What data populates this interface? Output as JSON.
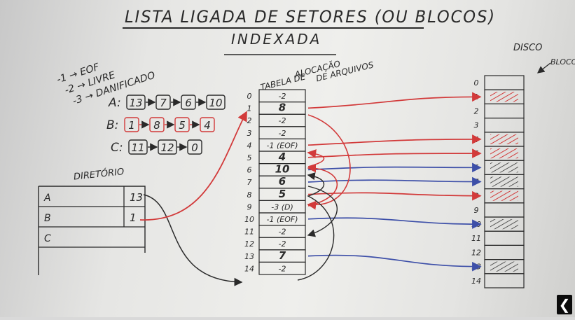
{
  "title_line1": "LISTA LIGADA DE SETORES (OU BLOCOS)",
  "title_line2": "INDEXADA",
  "legend": [
    {
      "code": "-1",
      "meaning": "EOF"
    },
    {
      "code": "-2",
      "meaning": "LIVRE"
    },
    {
      "code": "-3",
      "meaning": "DANIFICADO"
    }
  ],
  "chains": [
    {
      "file": "A:",
      "blocks": [
        "13",
        "7",
        "6",
        "10"
      ],
      "color": "#2a2a2a"
    },
    {
      "file": "B:",
      "blocks": [
        "1",
        "8",
        "5",
        "4"
      ],
      "color": "#d23a3a"
    },
    {
      "file": "C:",
      "blocks": [
        "11",
        "12",
        "0"
      ],
      "color": "#2a2a2a"
    }
  ],
  "directory": {
    "label": "DIRETÓRIO",
    "rows": [
      {
        "name": "A",
        "value": "13",
        "color": "#2a2a2a"
      },
      {
        "name": "B",
        "value": "1",
        "color": "#d23a3a"
      },
      {
        "name": "C",
        "value": "",
        "color": "#2a2a2a"
      }
    ]
  },
  "fat": {
    "label_line1": "TABELA DE",
    "label_line2": "ALOCAÇÃO",
    "label_line3": "DE ARQUIVOS",
    "entries": [
      {
        "index": "0",
        "value": "-2",
        "color": "#2a2a2a"
      },
      {
        "index": "1",
        "value": "8",
        "color": "#d23a3a"
      },
      {
        "index": "2",
        "value": "-2",
        "color": "#2a2a2a"
      },
      {
        "index": "3",
        "value": "-2",
        "color": "#2a2a2a"
      },
      {
        "index": "4",
        "value": "-1 (EOF)",
        "color": "#d23a3a"
      },
      {
        "index": "5",
        "value": "4",
        "color": "#d23a3a"
      },
      {
        "index": "6",
        "value": "10",
        "color": "#3d4fa8"
      },
      {
        "index": "7",
        "value": "6",
        "color": "#3d4fa8"
      },
      {
        "index": "8",
        "value": "5",
        "color": "#d23a3a"
      },
      {
        "index": "9",
        "value": "-3 (D)",
        "color": "#2a2a2a"
      },
      {
        "index": "10",
        "value": "-1 (EOF)",
        "color": "#2a2a2a"
      },
      {
        "index": "11",
        "value": "-2",
        "color": "#2a2a2a"
      },
      {
        "index": "12",
        "value": "-2",
        "color": "#2a2a2a"
      },
      {
        "index": "13",
        "value": "7",
        "color": "#3d4fa8"
      },
      {
        "index": "14",
        "value": "-2",
        "color": "#2a2a2a"
      }
    ]
  },
  "disk": {
    "label": "DISCO",
    "sublabel": "BLOCO",
    "blocks": [
      {
        "index": "0",
        "state": "free"
      },
      {
        "index": "1",
        "state": "red"
      },
      {
        "index": "2",
        "state": "free"
      },
      {
        "index": "3",
        "state": "free"
      },
      {
        "index": "4",
        "state": "red"
      },
      {
        "index": "5",
        "state": "red"
      },
      {
        "index": "6",
        "state": "black"
      },
      {
        "index": "7",
        "state": "black"
      },
      {
        "index": "8",
        "state": "red"
      },
      {
        "index": "9",
        "state": "free"
      },
      {
        "index": "10",
        "state": "black"
      },
      {
        "index": "11",
        "state": "free"
      },
      {
        "index": "12",
        "state": "free"
      },
      {
        "index": "13",
        "state": "black"
      },
      {
        "index": "14",
        "state": "free"
      }
    ]
  },
  "arrows": [
    {
      "from": "1",
      "to": "1",
      "color": "#d23a3a"
    },
    {
      "from": "4",
      "to": "4",
      "color": "#d23a3a"
    },
    {
      "from": "5",
      "to": "5",
      "color": "#d23a3a"
    },
    {
      "from": "8",
      "to": "8",
      "color": "#d23a3a"
    },
    {
      "from": "6",
      "to": "6",
      "color": "#3d4fa8"
    },
    {
      "from": "7",
      "to": "7",
      "color": "#3d4fa8"
    },
    {
      "from": "10",
      "to": "10",
      "color": "#3d4fa8"
    },
    {
      "from": "13",
      "to": "13",
      "color": "#3d4fa8"
    }
  ],
  "colors": {
    "ink": "#2a2a2a",
    "red": "#d23a3a",
    "blue": "#3d4fa8"
  },
  "nav_back_label": "❮"
}
